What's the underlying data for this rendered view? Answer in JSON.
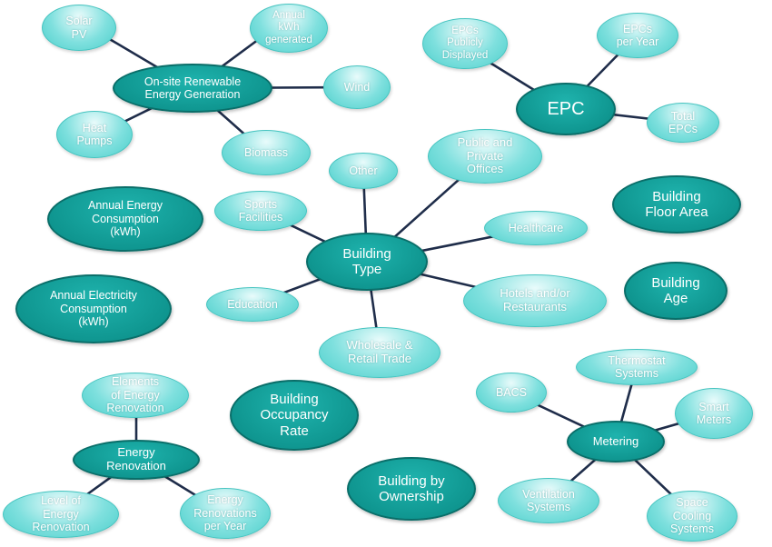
{
  "diagram": {
    "renewable": {
      "center": "On-site Renewable\nEnergy Generation",
      "solar": "Solar\nPV",
      "annual_kwh": "Annual\nkWh\ngenerated",
      "wind": "Wind",
      "heat_pumps": "Heat\nPumps",
      "biomass": "Biomass"
    },
    "epc": {
      "center": "EPC",
      "publicly_displayed": "EPCs\nPublicly\nDisplayed",
      "per_year": "EPCs\nper Year",
      "total": "Total\nEPCs"
    },
    "building_type": {
      "center": "Building\nType",
      "other": "Other",
      "sports": "Sports\nFacilities",
      "offices": "Public and\nPrivate\nOffices",
      "healthcare": "Healthcare",
      "education": "Education",
      "hotels": "Hotels and/or\nRestaurants",
      "wholesale": "Wholesale &\nRetail Trade"
    },
    "standalone": {
      "annual_energy": "Annual Energy\nConsumption\n(kWh)",
      "annual_electricity": "Annual Electricity\nConsumption\n(kWh)",
      "floor_area": "Building\nFloor Area",
      "building_age": "Building\nAge",
      "occupancy": "Building\nOccupancy\nRate",
      "ownership": "Building by\nOwnership"
    },
    "renovation": {
      "center": "Energy\nRenovation",
      "elements": "Elements\nof Energy\nRenovation",
      "level": "Level of\nEnergy\nRenovation",
      "per_year": "Energy\nRenovations\nper Year"
    },
    "metering": {
      "center": "Metering",
      "bacs": "BACS",
      "thermostat": "Thermostat\nSystems",
      "smart_meters": "Smart\nMeters",
      "ventilation": "Ventilation\nSystems",
      "space_cooling": "Space\nCooling\nSystems"
    },
    "colors": {
      "dark_node": "#0f9690",
      "light_node": "#7fe0de",
      "connector": "#1f2d4a"
    }
  }
}
